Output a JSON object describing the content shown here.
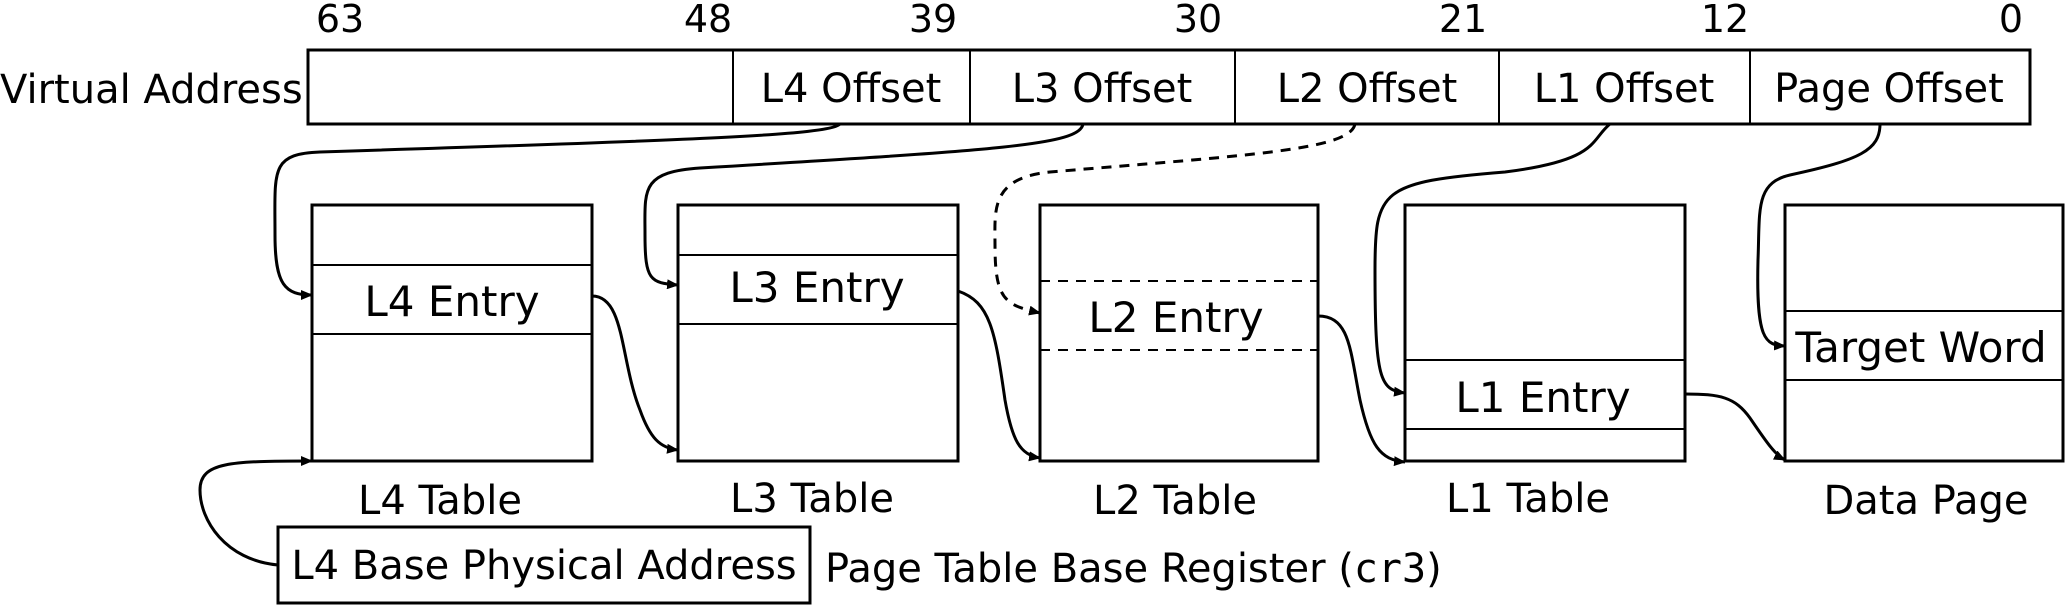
{
  "bit_positions": [
    "63",
    "48",
    "39",
    "30",
    "21",
    "12",
    "0"
  ],
  "virtual_address_label": "Virtual Address",
  "offsets": [
    "L4 Offset",
    "L3 Offset",
    "L2 Offset",
    "L1 Offset",
    "Page Offset"
  ],
  "tables": [
    {
      "entry": "L4 Entry",
      "caption": "L4 Table"
    },
    {
      "entry": "L3 Entry",
      "caption": "L3 Table"
    },
    {
      "entry": "L2 Entry",
      "caption": "L2 Table"
    },
    {
      "entry": "L1 Entry",
      "caption": "L1 Table"
    },
    {
      "entry": "Target Word",
      "caption": "Data Page"
    }
  ],
  "register": {
    "value": "L4 Base Physical Address",
    "label_prefix": "Page Table Base Register (",
    "label_code": "cr3",
    "label_suffix": ")"
  }
}
